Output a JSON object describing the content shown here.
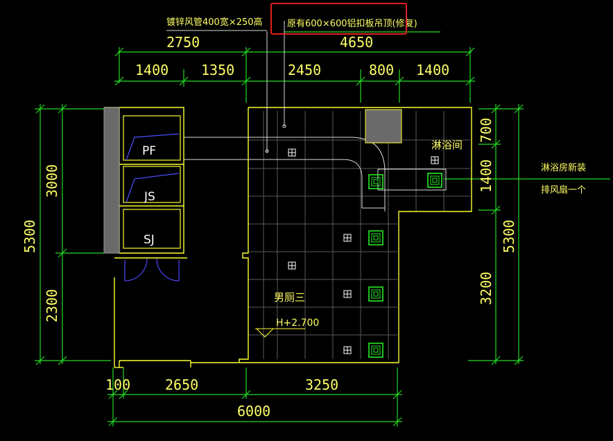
{
  "notes": {
    "duct_note": "镀锌风管400宽×250高",
    "ceiling_note": "原有600×600铝扣板吊顶(修复)",
    "fan_note_line1": "淋浴房新装",
    "fan_note_line2": "排风扇一个"
  },
  "rooms": {
    "shower_room": "淋浴间",
    "mens_toilet": "男厕三",
    "elevation": "H+2.700"
  },
  "shafts": {
    "pf": "PF",
    "js": "JS",
    "sj": "SJ"
  },
  "dimensions": {
    "top_overall_left": "2750",
    "top_overall_right": "4650",
    "top_1": "1400",
    "top_2": "1350",
    "top_3": "2450",
    "top_4": "800",
    "top_5": "1400",
    "left_overall": "5300",
    "left_upper": "3000",
    "left_lower": "2300",
    "right_overall": "5300",
    "right_1": "700",
    "right_2": "1400",
    "right_3": "3200",
    "bottom_1": "100",
    "bottom_2": "2650",
    "bottom_3": "3250",
    "bottom_overall": "6000"
  },
  "colors": {
    "dimension": "#22dd22",
    "wall": "#ffff33",
    "text": "#ffff66",
    "highlight": "#e02020"
  }
}
